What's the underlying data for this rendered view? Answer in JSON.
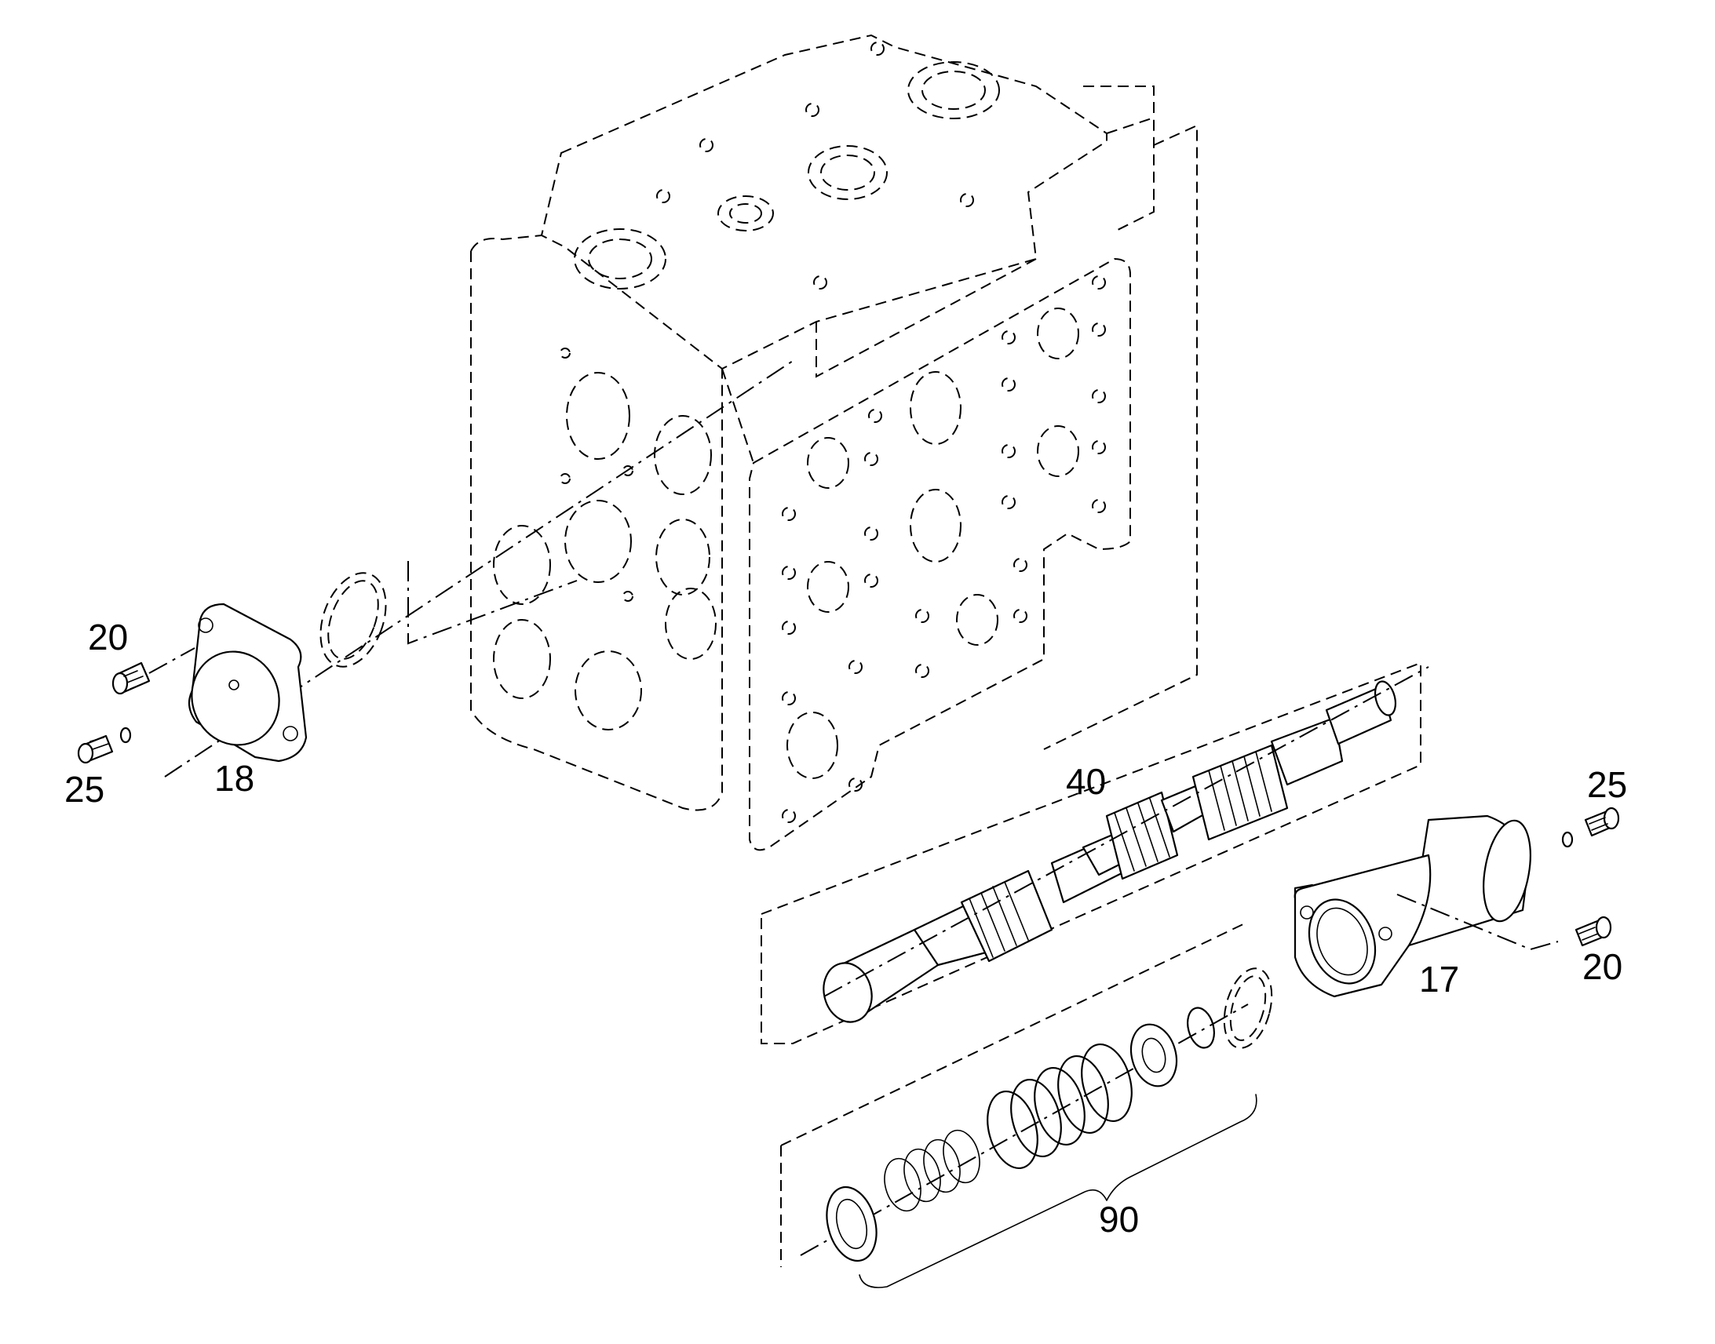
{
  "diagram": {
    "callouts": [
      {
        "id": "c20-left",
        "label": "20"
      },
      {
        "id": "c25-left",
        "label": "25"
      },
      {
        "id": "c18",
        "label": "18"
      },
      {
        "id": "c40",
        "label": "40"
      },
      {
        "id": "c25-right",
        "label": "25"
      },
      {
        "id": "c20-right",
        "label": "20"
      },
      {
        "id": "c17",
        "label": "17"
      },
      {
        "id": "c90",
        "label": "90"
      }
    ],
    "colors": {
      "line": "#000000",
      "background": "#ffffff"
    }
  }
}
